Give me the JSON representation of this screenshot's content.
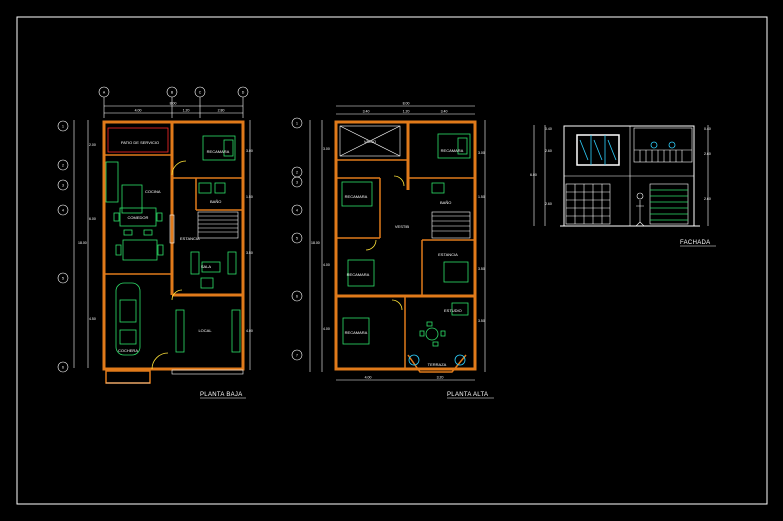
{
  "titles": {
    "ground_floor": "PLANTA BAJA",
    "upper_floor": "PLANTA ALTA",
    "facade": "FACHADA"
  },
  "ground_rooms": {
    "bedroom": "RECAMARA",
    "laundry": "PATIO DE SERVICIO",
    "kitchen": "COCINA",
    "dining": "COMEDOR",
    "hall": "ESTANCIA",
    "living": "SALA",
    "garage": "COCHERA",
    "shop": "LOCAL",
    "bath": "BAÑO"
  },
  "upper_rooms": {
    "void": "VACIO",
    "bedroom_top": "RECAMARA",
    "bedroom_a": "RECAMARA",
    "bedroom_b": "RECAMARA",
    "bedroom_c": "RECAMARA",
    "study": "ESTUDIO",
    "family": "ESTANCIA",
    "terrace": "TERRAZA",
    "hall": "VESTIB",
    "bath": "BAÑO"
  },
  "ground_dims": {
    "overall_top": "8.00",
    "top_left": "4.00",
    "top_mid": "1.20",
    "top_right": "2.80",
    "overall_left": "18.00",
    "left_a": "2.00",
    "left_b": "6.00",
    "left_c": "4.50",
    "right_a": "3.00",
    "right_b": "1.50",
    "right_c": "3.50",
    "right_d": "4.00"
  },
  "upper_dims": {
    "overall_top": "8.00",
    "top_a": "3.40",
    "top_b": "1.20",
    "top_c": "3.40",
    "overall_left": "18.00",
    "left_a": "3.00",
    "left_b": "4.00",
    "left_c": "4.00",
    "right_a": "3.00",
    "right_b": "1.50",
    "right_c": "3.50",
    "right_d": "3.50",
    "bottom_a": "4.00",
    "bottom_b": "3.20"
  },
  "facade_dims": {
    "height": "6.00",
    "top": "0.40",
    "mid": "2.60",
    "low": "2.60",
    "r_top": "0.40",
    "r_mid": "2.60",
    "r_low": "2.60"
  },
  "axes": {
    "ground_top": [
      "A",
      "B",
      "C",
      "D"
    ],
    "ground_left": [
      "1",
      "2",
      "3",
      "4",
      "5",
      "6"
    ],
    "upper_left": [
      "1",
      "2",
      "3",
      "4",
      "5",
      "6",
      "7"
    ]
  }
}
